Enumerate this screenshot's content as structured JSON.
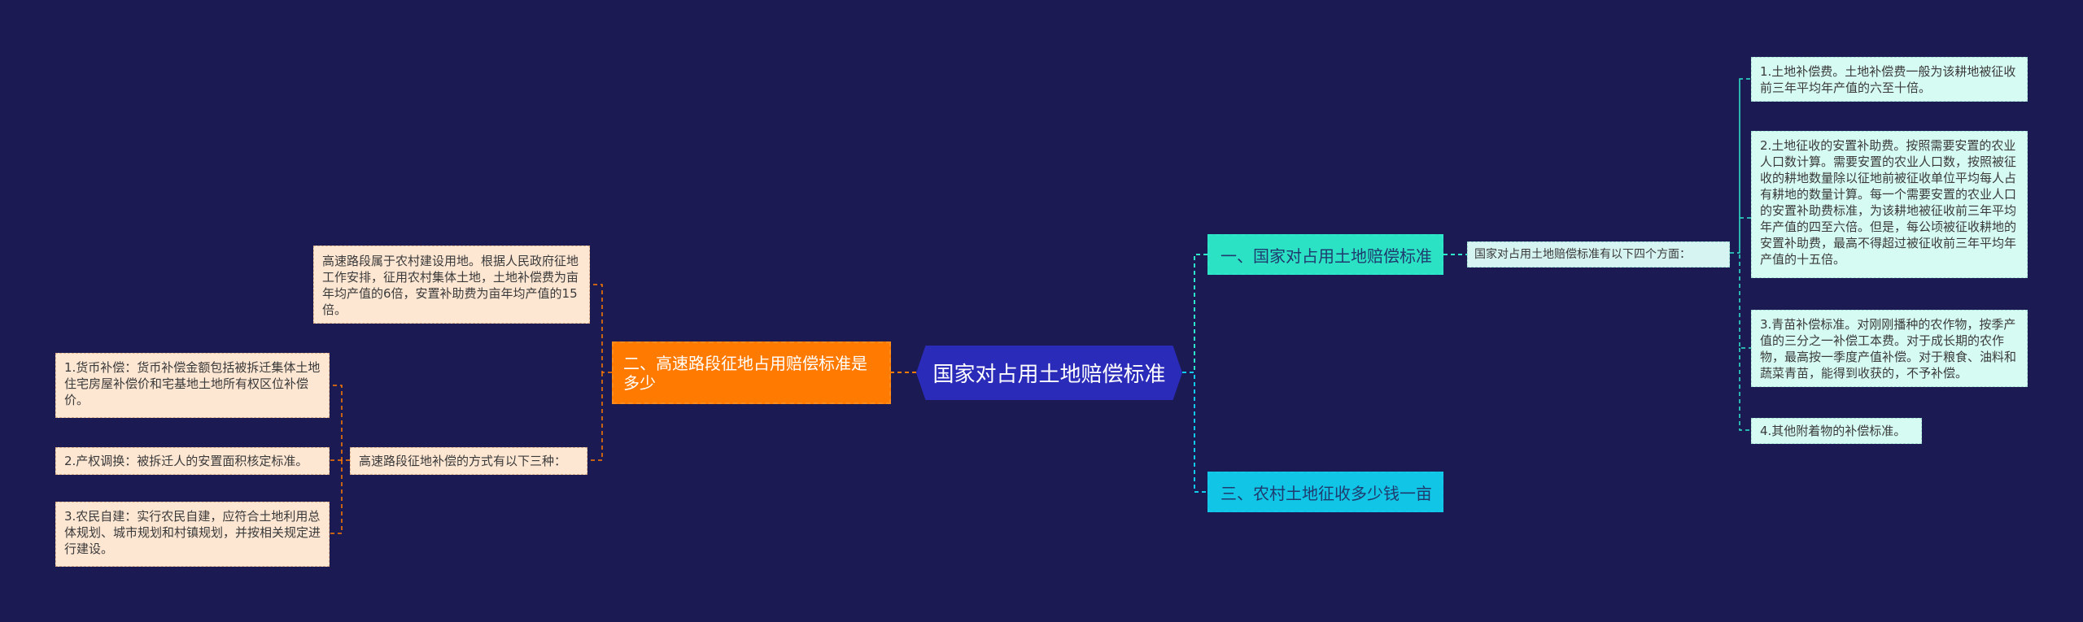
{
  "root": {
    "label": "国家对占用土地赔偿标准"
  },
  "branch1": {
    "label": "一、国家对占用土地赔偿标准",
    "summary": "国家对占用土地赔偿标准有以下四个方面：",
    "items": [
      "1.土地补偿费。土地补偿费一般为该耕地被征收前三年平均年产值的六至十倍。",
      "2.土地征收的安置补助费。按照需要安置的农业人口数计算。需要安置的农业人口数，按照被征收的耕地数量除以征地前被征收单位平均每人占有耕地的数量计算。每一个需要安置的农业人口的安置补助费标准，为该耕地被征收前三年平均年产值的四至六倍。但是，每公顷被征收耕地的安置补助费，最高不得超过被征收前三年平均年产值的十五倍。",
      "3.青苗补偿标准。对刚刚播种的农作物，按季产值的三分之一补偿工本费。对于成长期的农作物，最高按一季度产值补偿。对于粮食、油料和蔬菜青苗，能得到收获的，不予补偿。",
      "4.其他附着物的补偿标准。"
    ]
  },
  "branch2": {
    "label": "二、高速路段征地占用赔偿标准是多少",
    "intro": "高速路段属于农村建设用地。根据人民政府征地工作安排，征用农村集体土地，土地补偿费为亩年均产值的6倍，安置补助费为亩年均产值的15倍。",
    "summary": "高速路段征地补偿的方式有以下三种：",
    "items": [
      "1.货币补偿：货币补偿金额包括被拆迁集体土地住宅房屋补偿价和宅基地土地所有权区位补偿价。",
      "2.产权调换：被拆迁人的安置面积核定标准。",
      "3.农民自建：实行农民自建，应符合土地利用总体规划、城市规划和村镇规划，并按相关规定进行建设。"
    ]
  },
  "branch3": {
    "label": "三、农村土地征收多少钱一亩"
  }
}
